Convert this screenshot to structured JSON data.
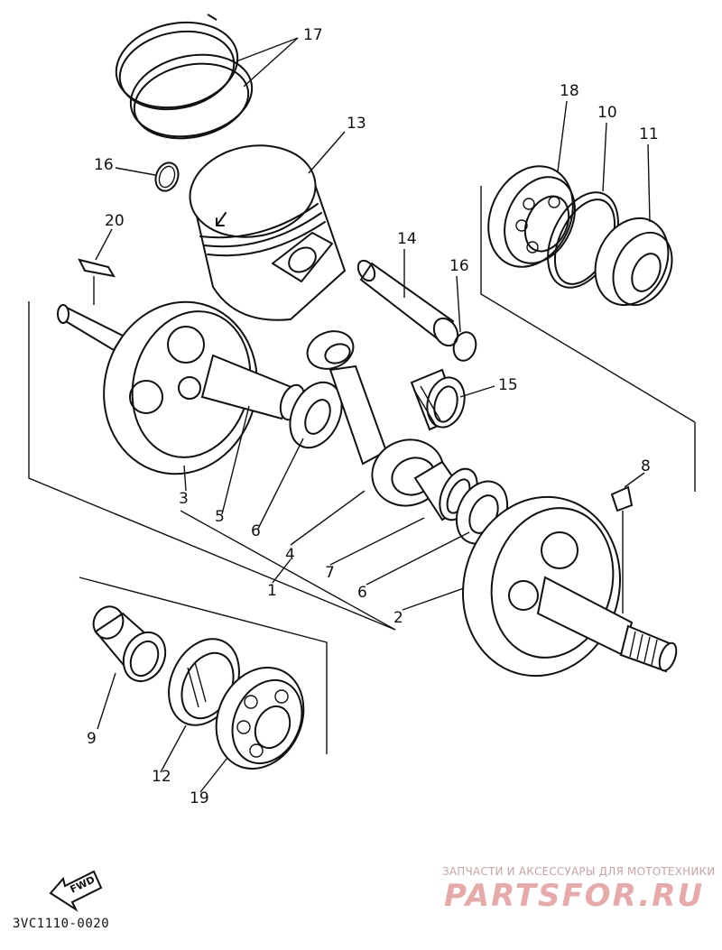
{
  "callouts": [
    {
      "id": "17",
      "label": "17"
    },
    {
      "id": "18",
      "label": "18"
    },
    {
      "id": "10",
      "label": "10"
    },
    {
      "id": "11",
      "label": "11"
    },
    {
      "id": "16a",
      "label": "16"
    },
    {
      "id": "13",
      "label": "13"
    },
    {
      "id": "20",
      "label": "20"
    },
    {
      "id": "14",
      "label": "14"
    },
    {
      "id": "16b",
      "label": "16"
    },
    {
      "id": "15",
      "label": "15"
    },
    {
      "id": "8",
      "label": "8"
    },
    {
      "id": "3",
      "label": "3"
    },
    {
      "id": "5",
      "label": "5"
    },
    {
      "id": "6a",
      "label": "6"
    },
    {
      "id": "4",
      "label": "4"
    },
    {
      "id": "7",
      "label": "7"
    },
    {
      "id": "1",
      "label": "1"
    },
    {
      "id": "6b",
      "label": "6"
    },
    {
      "id": "2",
      "label": "2"
    },
    {
      "id": "9",
      "label": "9"
    },
    {
      "id": "12",
      "label": "12"
    },
    {
      "id": "19",
      "label": "19"
    }
  ],
  "fwd_label": "FWD",
  "diagram_code": "3VC1110-0020",
  "watermark": {
    "tagline": "ЗАПЧАСТИ И АКСЕССУАРЫ ДЛЯ МОТОТЕХНИКИ",
    "logo": "PARTSFOR.RU"
  }
}
